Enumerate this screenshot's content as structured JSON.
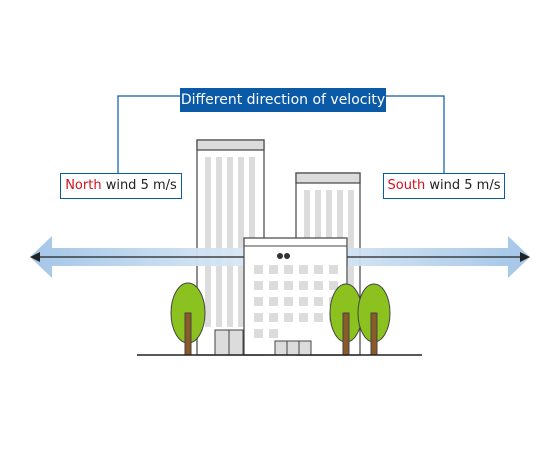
{
  "title": "Different direction of velocity",
  "north_label": {
    "direction": "North",
    "text": " wind 5 m/s"
  },
  "south_label": {
    "direction": "South",
    "text": " wind 5 m/s"
  },
  "colors": {
    "accent_blue": "#0a5aa8",
    "direction_red": "#d2141e",
    "tree_green": "#8cc21f",
    "trunk_brown": "#8a5a2a",
    "arrow_light_blue": "#c6dcf1"
  }
}
